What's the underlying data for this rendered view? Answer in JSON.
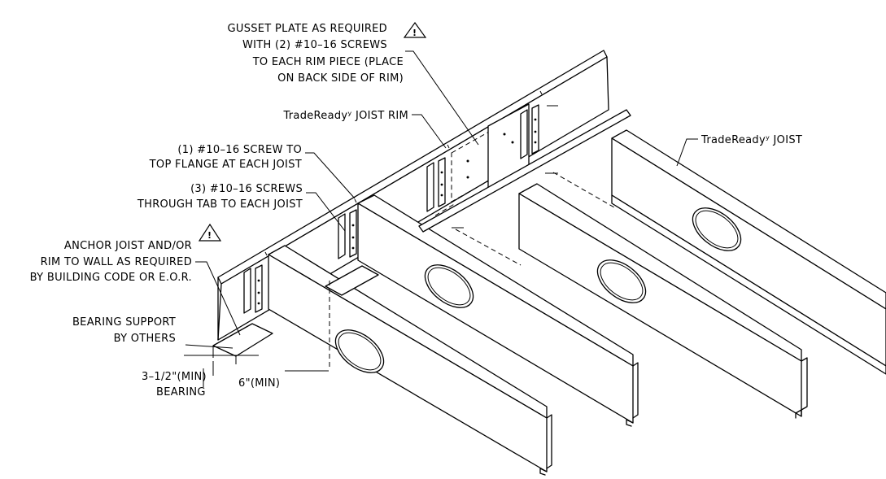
{
  "callouts": {
    "gusset": {
      "line1": "GUSSET PLATE AS REQUIRED",
      "line2": "WITH (2) #10–16 SCREWS",
      "line3": "TO EACH RIM PIECE (PLACE",
      "line4": "ON BACK SIDE OF RIM)"
    },
    "rim": "TradeReadyʸ JOIST RIM",
    "joist": "TradeReadyʸ JOIST",
    "top_flange": {
      "line1": "(1) #10–16 SCREW TO",
      "line2": "TOP FLANGE AT EACH JOIST"
    },
    "tab_screws": {
      "line1": "(3) #10–16 SCREWS",
      "line2": "THROUGH TAB TO EACH JOIST"
    },
    "anchor": {
      "line1": "ANCHOR JOIST AND/OR",
      "line2": "RIM TO WALL AS REQUIRED",
      "line3": "BY BUILDING CODE OR E.O.R."
    },
    "bearing_support": {
      "line1": "BEARING SUPPORT",
      "line2": "BY OTHERS"
    },
    "bearing_dim": {
      "line1": "3–1/2\"(MIN)",
      "line2": "BEARING"
    },
    "six_inch": "6\"(MIN)"
  },
  "warning_symbol": "!"
}
